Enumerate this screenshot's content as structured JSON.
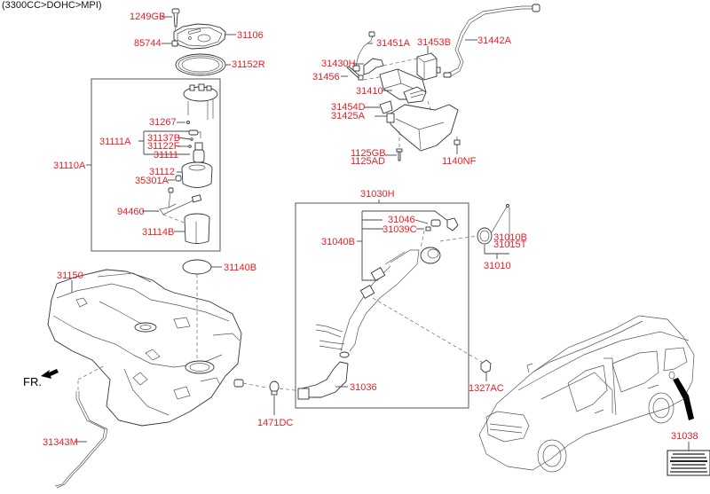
{
  "header": {
    "engine_spec": "(3300CC>DOHC>MPI)"
  },
  "direction_marker": "FR.",
  "colors": {
    "part_label": "#ee1c25",
    "line_art": "#333333"
  },
  "groups": {
    "fuel_pump_assembly": {
      "label": "31110A",
      "parts": [
        "31267",
        "31111A",
        "31137B",
        "31122F",
        "31111",
        "31112",
        "35301A",
        "94460",
        "31114B"
      ]
    },
    "filler_neck_assembly": {
      "label": "31030H",
      "parts": [
        "31046",
        "31039C",
        "31040B",
        "31036"
      ]
    },
    "fuel_cap": {
      "label": "31010",
      "parts": [
        "31010B",
        "31015T"
      ]
    }
  },
  "labels": {
    "p1249GB": "1249GB",
    "p85744": "85744",
    "p31106": "31106",
    "p31152R": "31152R",
    "p31267": "31267",
    "p31111A": "31111A",
    "p31137B": "31137B",
    "p31122F": "31122F",
    "p31111": "31111",
    "p31110A": "31110A",
    "p31112": "31112",
    "p35301A": "35301A",
    "p94460": "94460",
    "p31114B": "31114B",
    "p31150": "31150",
    "p31140B": "31140B",
    "p31343M": "31343M",
    "p1471DC": "1471DC",
    "p31451A": "31451A",
    "p31453B": "31453B",
    "p31442A": "31442A",
    "p31430H": "31430H",
    "p31456": "31456",
    "p31410": "31410",
    "p31454D": "31454D",
    "p31425A": "31425A",
    "p1125GB": "1125GB",
    "p1125AD": "1125AD",
    "p1140NF": "1140NF",
    "p31030H": "31030H",
    "p31046": "31046",
    "p31039C": "31039C",
    "p31040B": "31040B",
    "p31010B": "31010B",
    "p31015T": "31015T",
    "p31010": "31010",
    "p31036": "31036",
    "p1327AC": "1327AC",
    "p31038": "31038"
  }
}
